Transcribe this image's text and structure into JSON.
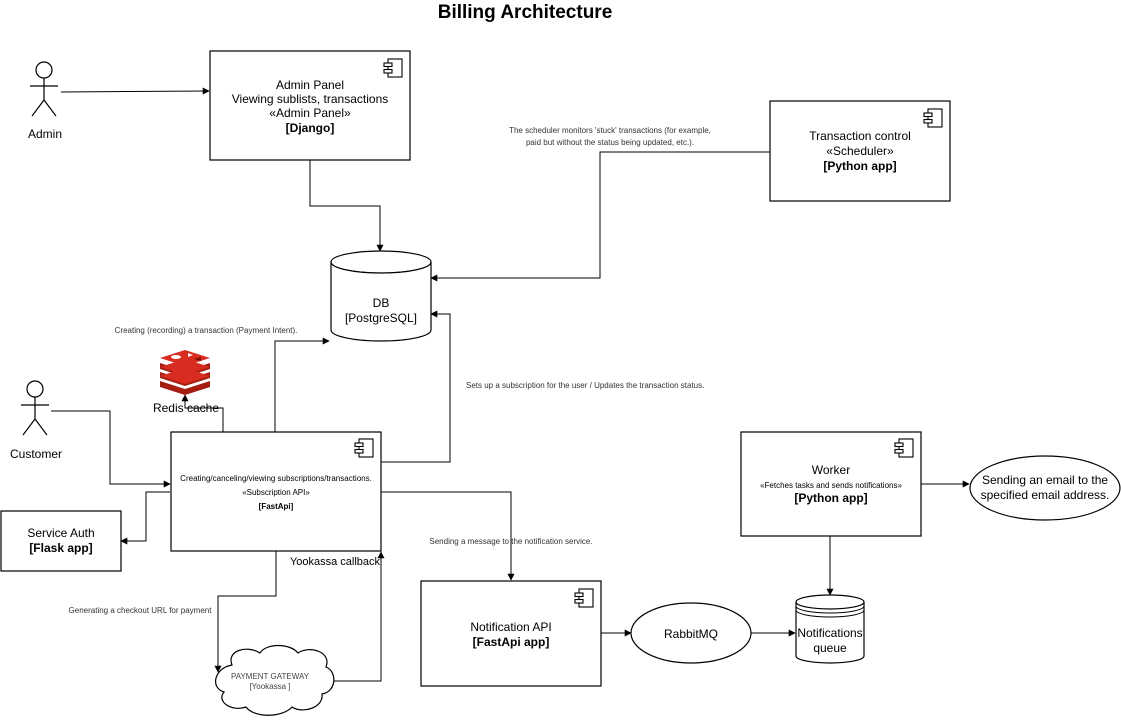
{
  "title": "Billing Architecture",
  "actors": {
    "admin": "Admin",
    "customer": "Customer"
  },
  "components": {
    "admin_panel": {
      "line1": "Admin Panel",
      "line2": "Viewing sublists, transactions",
      "stereotype": "«Admin Panel»",
      "tech": "[Django]"
    },
    "transaction_control": {
      "line1": "Transaction control",
      "stereotype": "«Scheduler»",
      "tech": "[Python app]"
    },
    "subscription_api": {
      "line1": "Creating/canceling/viewing subscriptions/transactions.",
      "stereotype": "«Subscription API»",
      "tech": "[FastApi]"
    },
    "service_auth": {
      "line1": "Service Auth",
      "tech": "[Flask app]"
    },
    "worker": {
      "line1": "Worker",
      "stereotype": "«Fetches tasks and sends notifications»",
      "tech": "[Python app]"
    },
    "notification_api": {
      "line1": "Notification API",
      "tech": "[FastApi app]"
    }
  },
  "db": {
    "line1": "DB",
    "line2": "[PostgreSQL]"
  },
  "redis": {
    "label": "Redis cache"
  },
  "rabbitmq": {
    "label": "RabbitMQ"
  },
  "queue": {
    "line1": "Notifications",
    "line2": "queue"
  },
  "email": {
    "line1": "Sending an email to the",
    "line2": "specified email address."
  },
  "gateway": {
    "line1": "PAYMENT GATEWAY",
    "line2": "[Yookassa ]"
  },
  "edge_labels": {
    "scheduler_line1": "The scheduler monitors 'stuck' transactions (for example,",
    "scheduler_line2": "paid but without the status being updated, etc.).",
    "create_transaction": "Creating (recording) a transaction (Payment Intent).",
    "sets_subscription": "Sets up a subscription for the user / Updates the transaction status.",
    "send_message": "Sending a message to the notification service.",
    "yookassa_callback": "Yookassa callback",
    "checkout_url": "Generating a checkout URL for payment"
  },
  "colors": {
    "redis": "#d82c20",
    "redis_dark": "#a41e11",
    "stroke": "#000000"
  },
  "icons": {
    "component": "component-icon",
    "actor": "stick-figure-icon",
    "database": "cylinder-icon",
    "cloud": "cloud-icon",
    "redis": "redis-logo-icon"
  }
}
